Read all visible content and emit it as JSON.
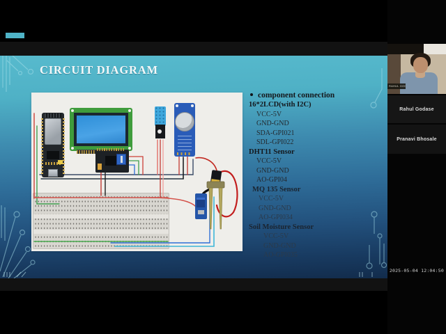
{
  "slide": {
    "title": "CIRCUIT DIAGRAM",
    "connections_heading": "component connection",
    "groups": [
      {
        "name": "16*2LCD(with I2C)",
        "pins": [
          "VCC-5V",
          "GND-GND",
          "SDA-GPI021",
          "SDL-GPI022"
        ]
      },
      {
        "name": "DHT11 Sensor",
        "pins": [
          "VCC-5V",
          "GND-GND",
          "AO-GPI04"
        ]
      },
      {
        "name": "MQ 135 Sensor",
        "pins": [
          "VCC-5V",
          "GND-GND",
          "AO-GPI034"
        ]
      },
      {
        "name": "Soil Moisture Sensor",
        "pins": [
          "VCC-5V",
          "GND-GND",
          "AO-GPI035"
        ]
      }
    ],
    "diagram_components": [
      "esp32-dev-board",
      "16x2-lcd-with-i2c-backpack",
      "dht11-sensor",
      "mq135-gas-sensor",
      "soil-moisture-sensor-and-probe",
      "breadboard"
    ]
  },
  "participants": {
    "video_overlay_label": "RAHUL GODASE",
    "names": [
      "Rahul Godase",
      "Pranavi Bhosale"
    ]
  },
  "window": {
    "timestamp": "2025-05-04 12:04:50"
  },
  "colors": {
    "slide_top": "#57bacd",
    "slide_bottom": "#122c4c",
    "trace_decor": "#a8e0ea",
    "lcd_screen": "#2e8fd8",
    "lcd_board_green": "#3f9c3c",
    "sensor_board_blue": "#2a5cb8",
    "timestamp_text": "#cfcfcf"
  }
}
